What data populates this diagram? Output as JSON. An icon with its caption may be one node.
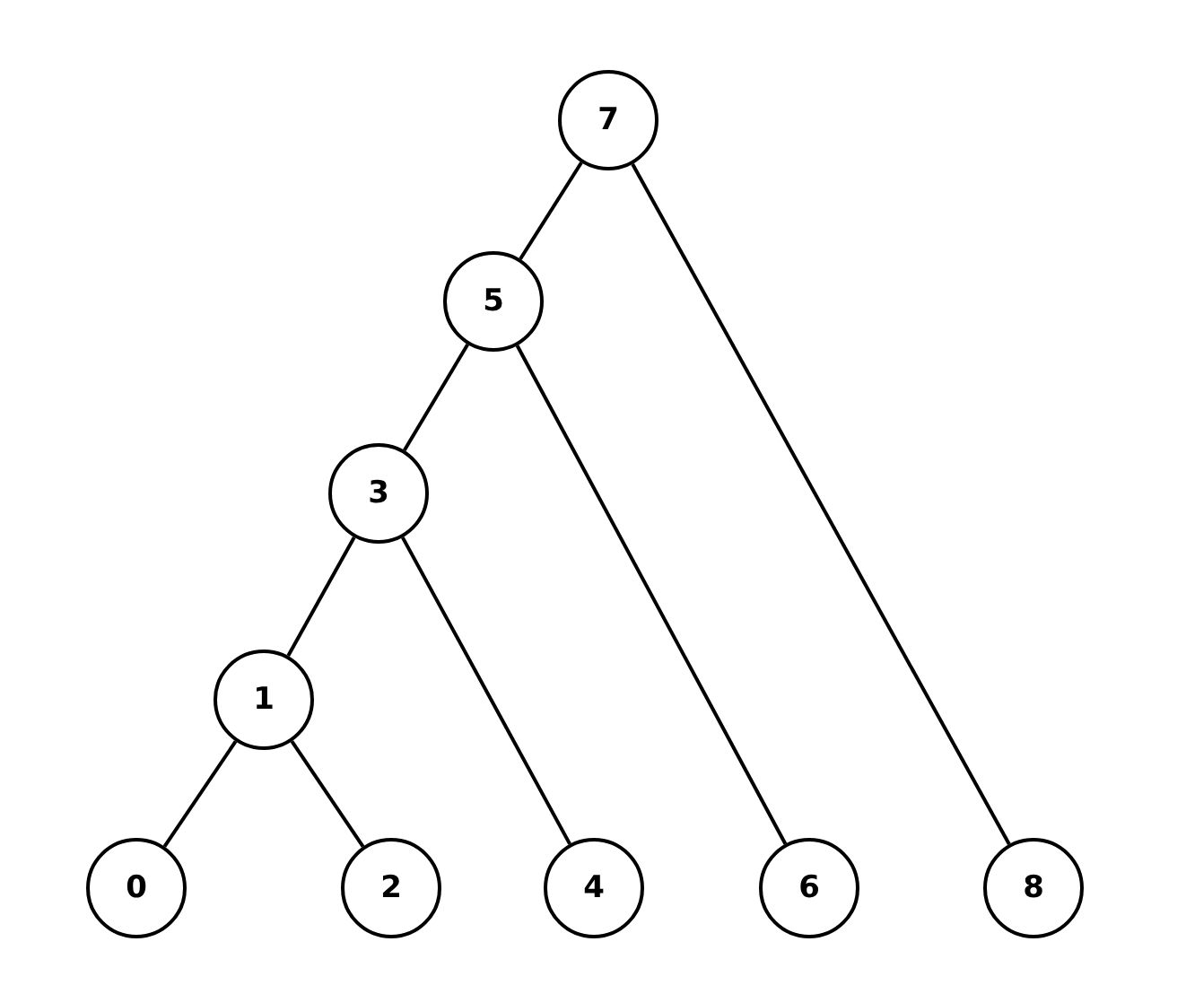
{
  "diagram": {
    "nodes": [
      {
        "text": [
          "7"
        ]
      },
      {
        "text": [
          "5"
        ]
      },
      {
        "text": [
          "3"
        ]
      },
      {
        "text": [
          "1"
        ]
      },
      {
        "text": [
          "0"
        ]
      },
      {
        "text": [
          "2"
        ]
      },
      {
        "text": [
          "4"
        ]
      },
      {
        "text": [
          "6"
        ]
      },
      {
        "text": [
          "8"
        ]
      }
    ],
    "edges": [
      {
        "from": 0,
        "to": 1,
        "arrow": "none"
      },
      {
        "from": 0,
        "to": 8,
        "arrow": "none"
      },
      {
        "from": 1,
        "to": 2,
        "arrow": "none"
      },
      {
        "from": 1,
        "to": 7,
        "arrow": "none"
      },
      {
        "from": 2,
        "to": 3,
        "arrow": "none"
      },
      {
        "from": 2,
        "to": 6,
        "arrow": "none"
      },
      {
        "from": 3,
        "to": 4,
        "arrow": "none"
      },
      {
        "from": 3,
        "to": 5,
        "arrow": "none"
      }
    ]
  }
}
